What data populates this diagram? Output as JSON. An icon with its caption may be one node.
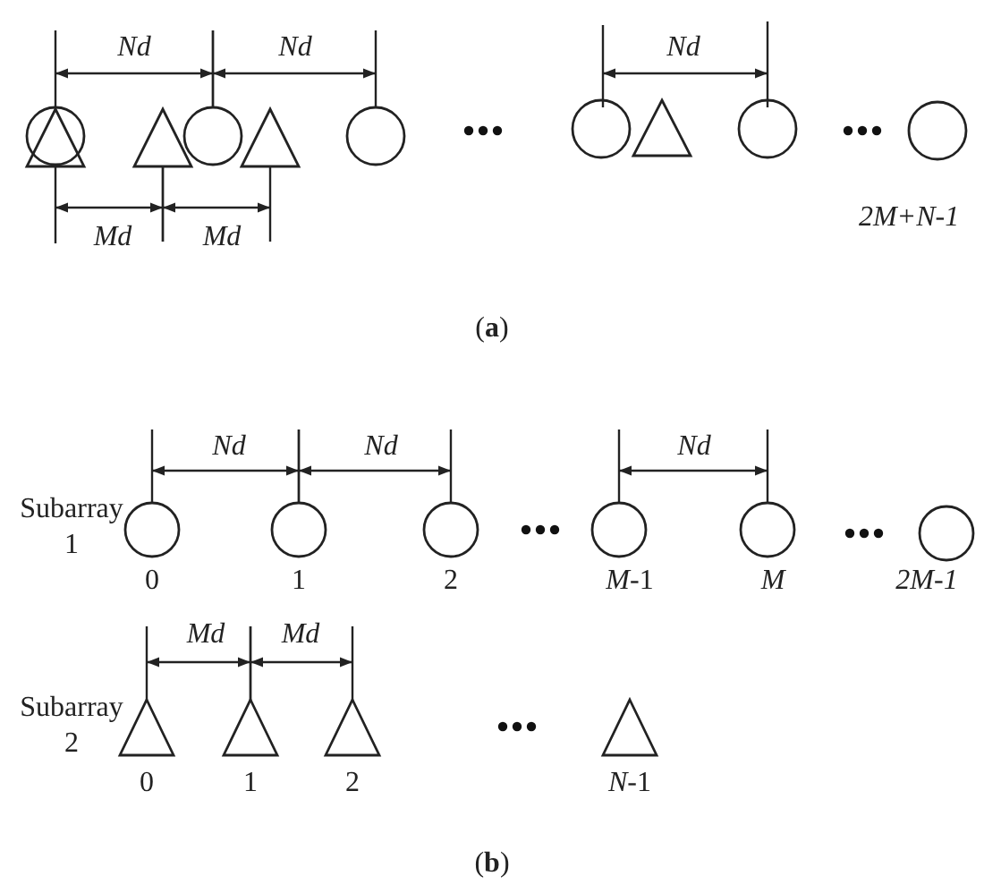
{
  "diagram": {
    "labels": [
      "Nd",
      "Nd",
      "Nd",
      "Md",
      "Md",
      "2M+N-1",
      "(**a**)",
      "Nd",
      "Nd",
      "Nd",
      "Subarray 1",
      "0",
      "1",
      "2",
      "*M*-1",
      "M",
      "2M-1",
      "Md",
      "Md",
      "Subarray 2",
      "0",
      "1",
      "2",
      "*N*-1",
      "(**b**)"
    ]
  }
}
